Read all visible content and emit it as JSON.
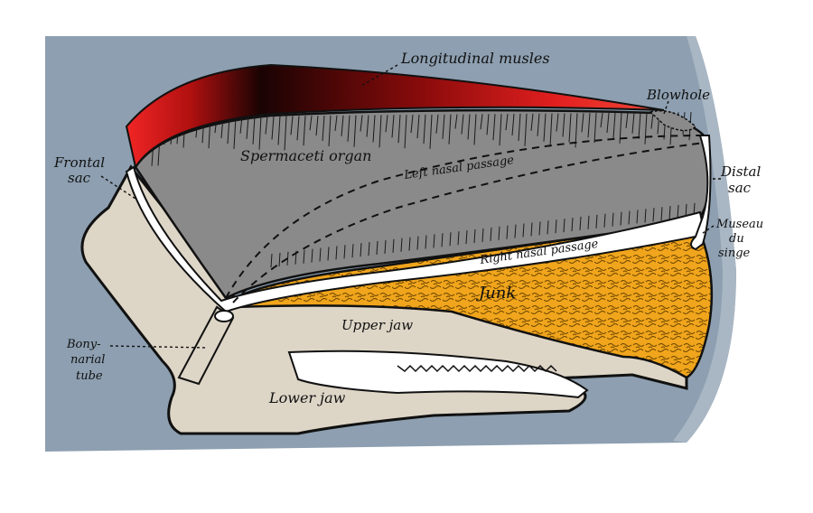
{
  "colors": {
    "background": "#8d9fb0",
    "skin_edge": "#a9b7c4",
    "spermaceti": "#8a8a8a",
    "muscle": "#e21f1f",
    "muscle_dark": "#160303",
    "junk": "#f0a51c",
    "bone": "#ddd5c6",
    "passage": "#ffffff",
    "ink": "#111111"
  },
  "labels": {
    "longitudinal_muscles": "Longitudinal musles",
    "blowhole": "Blowhole",
    "spermaceti_organ": "Spermaceti organ",
    "left_nasal_passage": "Left nasal passage",
    "frontal_sac_line1": "Frontal",
    "frontal_sac_line2": "sac",
    "distal_sac_line1": "Distal",
    "distal_sac_line2": "sac",
    "museau_line1": "Museau",
    "museau_line2": "du",
    "museau_line3": "singe",
    "right_nasal_passage": "Right nasal passage",
    "junk": "Junk",
    "upper_jaw": "Upper jaw",
    "bony_line1": "Bony-",
    "bony_line2": "narial",
    "bony_line3": "tube",
    "lower_jaw": "Lower jaw"
  }
}
